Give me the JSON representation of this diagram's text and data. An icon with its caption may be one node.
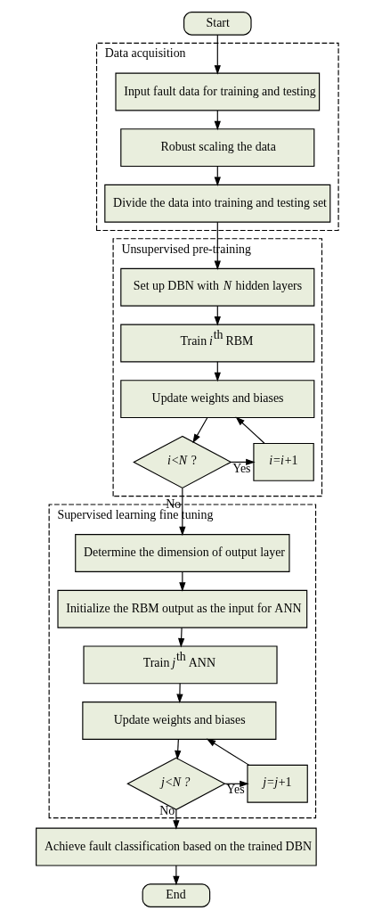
{
  "diagram": {
    "nodes": [
      {
        "text": [
          "Start"
        ]
      },
      {
        "text": [
          "Data acquisition"
        ]
      },
      {
        "text": [
          "Input fault data for training and testing"
        ],
        "in": 1
      },
      {
        "text": [
          "Robust scaling the data"
        ],
        "in": 1
      },
      {
        "text": [
          "Divide the data into training and testing set"
        ],
        "in": 1
      },
      {
        "text": [
          "Unsupervised pre-training"
        ]
      },
      {
        "text": [
          "Set up DBN with *N* hidden layers"
        ],
        "in": 5
      },
      {
        "text": [
          "Train *i*$^{th}$ RBM"
        ],
        "in": 5
      },
      {
        "text": [
          "Update weights and biases"
        ],
        "in": 5
      },
      {
        "text": [
          "*i*<*N* ?"
        ],
        "in": 5
      },
      {
        "text": [
          "*i*=*i*+1"
        ],
        "in": 5
      },
      {
        "text": [
          "Supervised learning fine tuning"
        ]
      },
      {
        "text": [
          "Determine the dimension of output layer"
        ],
        "in": 11
      },
      {
        "text": [
          "Initialize the RBM output as the input for ANN"
        ],
        "in": 11
      },
      {
        "text": [
          "Train *j*$^{th}$ ANN"
        ],
        "in": 11
      },
      {
        "text": [
          "Update weights and biases"
        ],
        "in": 11
      },
      {
        "text": [
          "*j*<*N ?*"
        ],
        "in": 11
      },
      {
        "text": [
          "*j*=*j*+1"
        ],
        "in": 11
      },
      {
        "text": [
          "Achieve fault classification based on the trained DBN"
        ]
      },
      {
        "text": [
          "End"
        ]
      }
    ],
    "edges": [
      {
        "from": 0,
        "to": 2,
        "arrow": "to"
      },
      {
        "from": 2,
        "to": 3,
        "arrow": "to"
      },
      {
        "from": 3,
        "to": 4,
        "arrow": "to"
      },
      {
        "from": 4,
        "to": 6,
        "arrow": "to"
      },
      {
        "from": 6,
        "to": 7,
        "arrow": "to"
      },
      {
        "from": 7,
        "to": 8,
        "arrow": "to"
      },
      {
        "from": 8,
        "to": 9,
        "arrow": "to"
      },
      {
        "from": 9,
        "to": 10,
        "arrow": "to",
        "label": "Yes"
      },
      {
        "from": 10,
        "to": 8,
        "arrow": "to"
      },
      {
        "from": 9,
        "to": 12,
        "arrow": "to",
        "label": "No"
      },
      {
        "from": 12,
        "to": 13,
        "arrow": "to"
      },
      {
        "from": 13,
        "to": 14,
        "arrow": "to"
      },
      {
        "from": 14,
        "to": 15,
        "arrow": "to"
      },
      {
        "from": 15,
        "to": 16,
        "arrow": "to"
      },
      {
        "from": 16,
        "to": 17,
        "arrow": "to",
        "label": "Yes"
      },
      {
        "from": 17,
        "to": 15,
        "arrow": "to"
      },
      {
        "from": 16,
        "to": 18,
        "arrow": "to",
        "label": "No"
      },
      {
        "from": 18,
        "to": 19,
        "arrow": "to"
      }
    ]
  }
}
